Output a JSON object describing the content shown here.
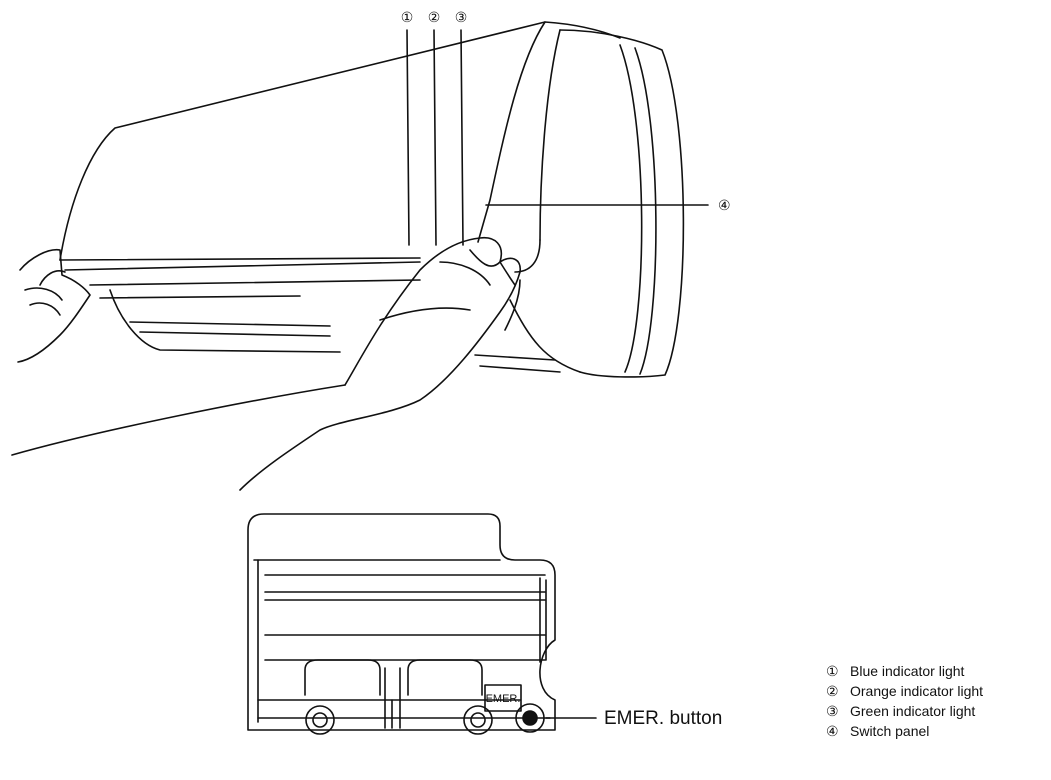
{
  "callouts": {
    "c1": "①",
    "c2": "②",
    "c3": "③",
    "c4": "④"
  },
  "emer_button_label": "EMER. button",
  "emer_panel_text": "EMER.",
  "legend": [
    {
      "num": "①",
      "label": "Blue indicator light"
    },
    {
      "num": "②",
      "label": "Orange indicator light"
    },
    {
      "num": "③",
      "label": "Green indicator light"
    },
    {
      "num": "④",
      "label": "Switch panel"
    }
  ],
  "colors": {
    "line": "#111111",
    "background": "#ffffff"
  }
}
